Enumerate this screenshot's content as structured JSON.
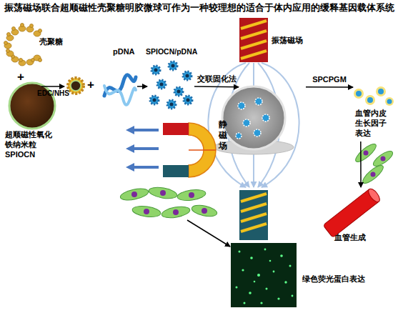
{
  "diagram": {
    "title": "振荡磁场联合超顺磁性壳聚糖明胶微球可作为一种较理想的适合于体内应用的缓释基因载体系统",
    "nodes": [
      {
        "text": [
          "壳聚糖"
        ]
      },
      {
        "text": [
          "超顺磁性氧化铁纳米粒 SPIOCN"
        ]
      },
      {
        "text": [
          "pDNA"
        ]
      },
      {
        "text": [
          "SPIOCN/pDNA"
        ]
      },
      {
        "text": [
          "振荡磁场"
        ]
      },
      {
        "text": [
          "静磁场"
        ]
      },
      {
        "text": [
          "血管内皮生长因子表达"
        ]
      },
      {
        "text": [
          "血管生成"
        ]
      },
      {
        "text": [
          "绿色荧光蛋白表达"
        ]
      }
    ],
    "edges": [
      {
        "from": 2,
        "to": 3,
        "arrow": "to"
      },
      {
        "from": 3,
        "to": 4,
        "label": "交联固化法",
        "arrow": "to"
      },
      {
        "from": 4,
        "to": 6,
        "label": "SPCPGM",
        "arrow": "to"
      },
      {
        "from": 6,
        "to": 7,
        "arrow": "to"
      }
    ],
    "labels": [
      "+",
      "+",
      "EDC/NHS"
    ]
  }
}
